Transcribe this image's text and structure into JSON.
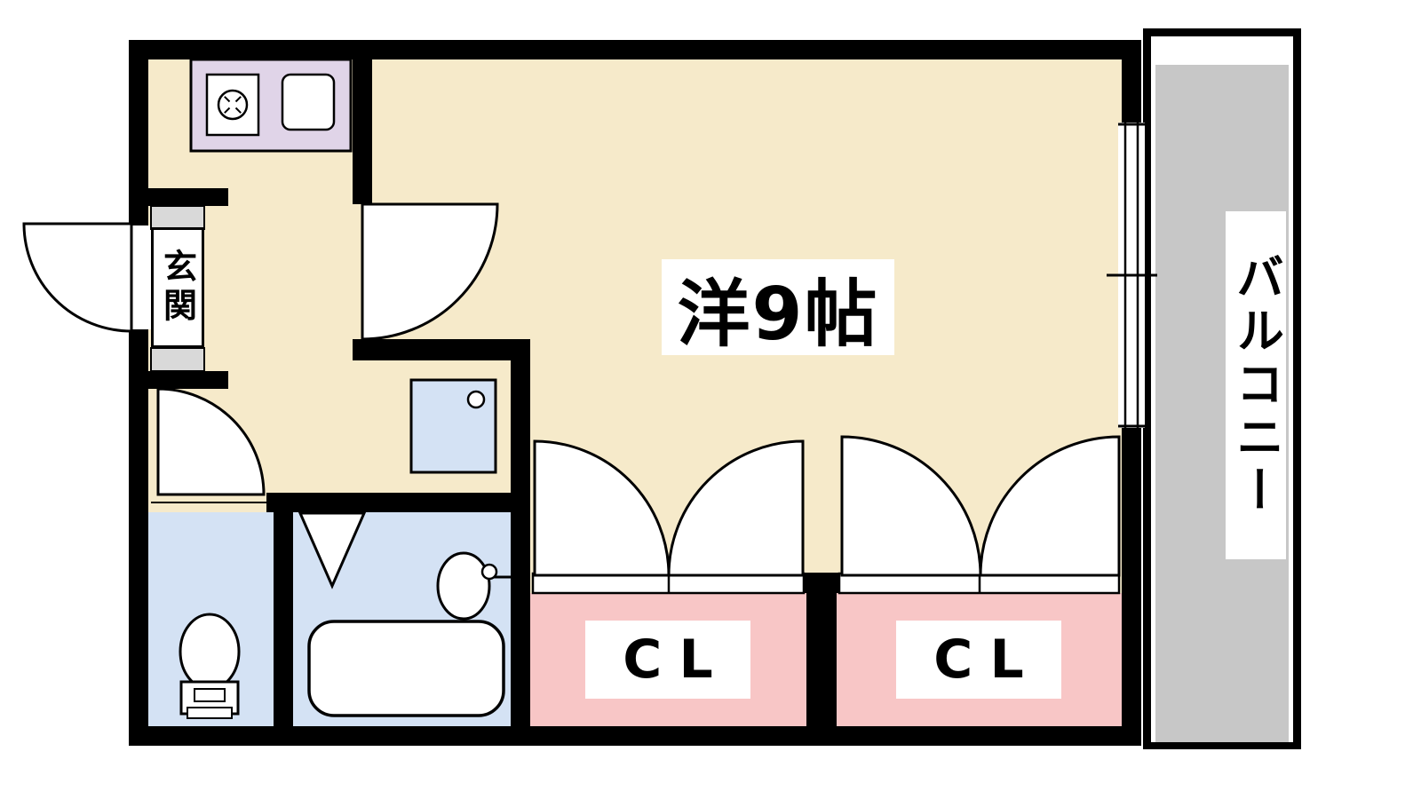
{
  "labels": {
    "room": "洋9帖",
    "balcony": "バルコニー",
    "entrance": "玄関",
    "closet_left": "CL",
    "closet_right": "CL"
  },
  "colors": {
    "wall": "#000000",
    "floor": "#F6EACA",
    "counter": "#E0D4E8",
    "wet": "#D4E2F4",
    "closet": "#F8C6C6",
    "balcony": "#C7C7C7",
    "step": "#D9D9D9"
  }
}
